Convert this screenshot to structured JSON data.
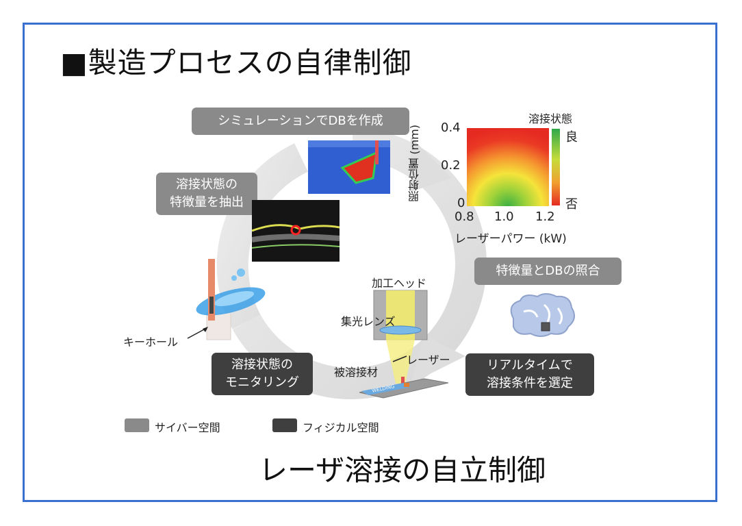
{
  "title": "■製造プロセスの自律制御",
  "subtitle": "レーザ溶接の自立制御",
  "boxes": {
    "simulation": "シミュレーションでDBを作成",
    "feature_extract": "溶接状態の\n特徴量を抽出",
    "monitoring": "溶接状態の\nモニタリング",
    "matching": "特徴量とDBの照合",
    "realtime": "リアルタイムで\n溶接条件を選定"
  },
  "labels": {
    "keyhole": "キーホール",
    "processing_head": "加工ヘッド",
    "condenser_lens": "集光レンズ",
    "laser": "レーザー",
    "workpiece": "被溶接材",
    "workpiece_stamp": "WELDING"
  },
  "heatmap": {
    "ylabel": "照射位置 (mm)",
    "xlabel": "レーザーパワー (kW)",
    "y_ticks": [
      "0.4",
      "0.2",
      "0"
    ],
    "x_ticks": [
      "0.8",
      "1.0",
      "1.2"
    ],
    "colorbar_title": "溶接状態",
    "colorbar_top": "良",
    "colorbar_bottom": "否"
  },
  "legend": [
    {
      "label": "サイバー空間",
      "color": "#8a8a8a"
    },
    {
      "label": "フィジカル空間",
      "color": "#3f3f3f"
    }
  ],
  "colors": {
    "frame": "#3a6fd2",
    "cycle_arrow": "#e3e3e3",
    "cyber": "#8a8a8a",
    "physical": "#3f3f3f"
  },
  "chart_data": {
    "type": "heatmap",
    "x_range": [
      0.8,
      1.2
    ],
    "y_range": [
      0,
      0.4
    ],
    "xlabel": "レーザーパワー (kW)",
    "ylabel": "照射位置 (mm)",
    "colorbar": {
      "title": "溶接状態",
      "max_label": "良",
      "min_label": "否"
    },
    "best_region": {
      "x": 1.0,
      "y": 0.0
    }
  }
}
